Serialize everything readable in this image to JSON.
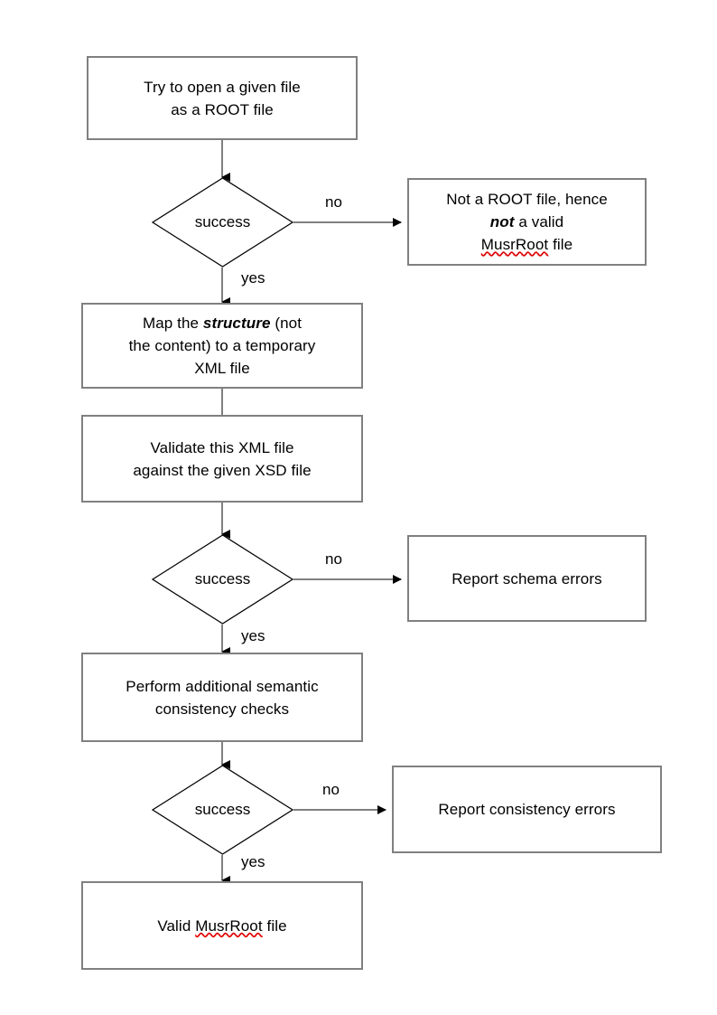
{
  "diagram": {
    "title": "MusrRoot file validation flowchart",
    "type": "flowchart",
    "colors": {
      "process_border": "#808080",
      "decision_border": "#000000",
      "connector": "#808080",
      "arrowhead": "#000000",
      "text": "#000000",
      "background": "#ffffff",
      "spellcheck_underline": "#e00000"
    }
  },
  "nodes": {
    "open_file": {
      "shape": "process",
      "line1": "Try to open a given file",
      "line2": "as a ROOT file"
    },
    "decision_open": {
      "shape": "decision",
      "label": "success"
    },
    "not_root": {
      "shape": "process",
      "line1": "Not a ROOT file, hence",
      "line2_em": "not",
      "line2_rest": " a valid",
      "line3_em": "MusrRoot",
      "line3_rest": " file"
    },
    "map_structure": {
      "shape": "process",
      "line1_pre": "Map the ",
      "line1_em": "structure",
      "line1_post": " (not",
      "line2": "the content) to a temporary",
      "line3": "XML file"
    },
    "validate_xml": {
      "shape": "process",
      "line1": "Validate this XML file",
      "line2": "against the given XSD file"
    },
    "decision_schema": {
      "shape": "decision",
      "label": "success"
    },
    "report_schema": {
      "shape": "process",
      "line1": "Report schema errors"
    },
    "semantic_checks": {
      "shape": "process",
      "line1": "Perform additional semantic",
      "line2": "consistency checks"
    },
    "decision_consistency": {
      "shape": "decision",
      "label": "success"
    },
    "report_consistency": {
      "shape": "process",
      "line1": "Report consistency errors"
    },
    "valid_file": {
      "shape": "process",
      "line1_pre": "Valid ",
      "line1_em": "MusrRoot",
      "line1_post": " file"
    }
  },
  "edge_labels": {
    "open_no": "no",
    "open_yes": "yes",
    "schema_no": "no",
    "schema_yes": "yes",
    "consistency_no": "no",
    "consistency_yes": "yes"
  }
}
